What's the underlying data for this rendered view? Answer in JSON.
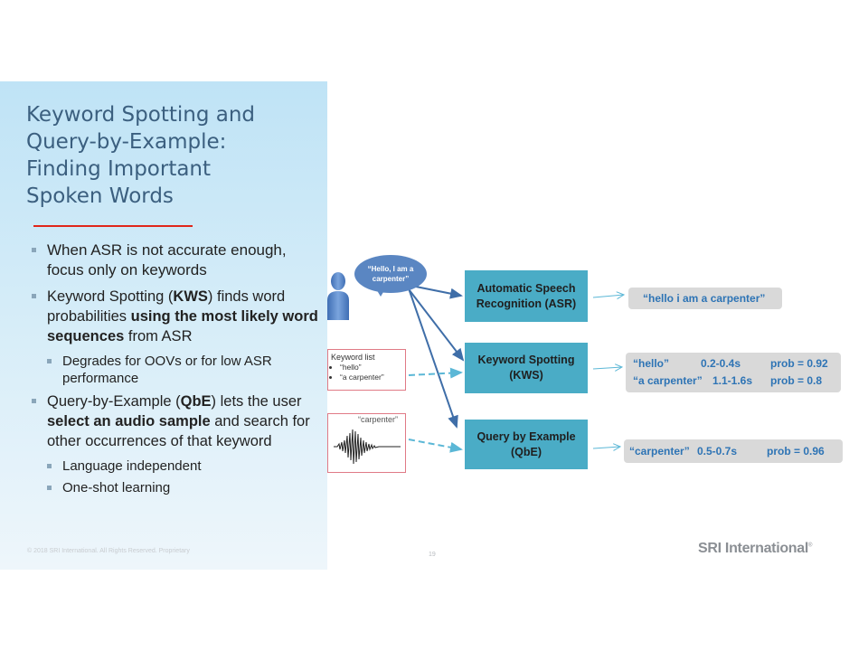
{
  "slide": {
    "title_lines": [
      "Keyword Spotting and",
      "Query-by-Example:",
      "Finding Important",
      "Spoken Words"
    ],
    "bullets": {
      "b1": "When ASR is not accurate enough, focus only on keywords",
      "b2_pre": "Keyword Spotting (",
      "b2_kws": "KWS",
      "b2_mid": ") finds word probabilities ",
      "b2_bold": "using the most likely word sequences",
      "b2_post": " from ASR",
      "b2_sub": "Degrades for OOVs or for low ASR performance",
      "b3_pre": "Query-by-Example (",
      "b3_qbe": "QbE",
      "b3_mid": ") lets the user ",
      "b3_bold": "select an audio sample",
      "b3_post": " and search for other occurrences of that keyword",
      "b3_sub1": "Language independent",
      "b3_sub2": "One-shot learning"
    },
    "footer_left": "© 2018 SRI International. All Rights Reserved. Proprietary",
    "page_number": "19",
    "logo_text": "SRI International",
    "logo_mark": "®"
  },
  "diagram": {
    "bubble_text": "“Hello, I am a carpenter”",
    "keyword_list_title": "Keyword list",
    "keyword_items": [
      "“hello”",
      "“a carpenter”"
    ],
    "wave_label": "“carpenter”",
    "modules": {
      "asr": "Automatic Speech Recognition (ASR)",
      "kws": "Keyword Spotting (KWS)",
      "qbe": "Query by Example (QbE)"
    },
    "outputs": {
      "asr": "“hello i am a carpenter”",
      "kws": [
        {
          "word": "“hello”",
          "time": "0.2-0.4s",
          "prob": "prob = 0.92"
        },
        {
          "word": "“a carpenter”",
          "time": "1.1-1.6s",
          "prob": "prob = 0.8"
        }
      ],
      "qbe": {
        "word": "“carpenter”",
        "time": "0.5-0.7s",
        "prob": "prob = 0.96"
      }
    },
    "colors": {
      "module_fill": "#4aacc6",
      "arrow": "#3f6ea8",
      "light_arrow": "#5bb7d6",
      "output_text": "#2e74b5",
      "title_red_rule": "#e0261a"
    }
  }
}
